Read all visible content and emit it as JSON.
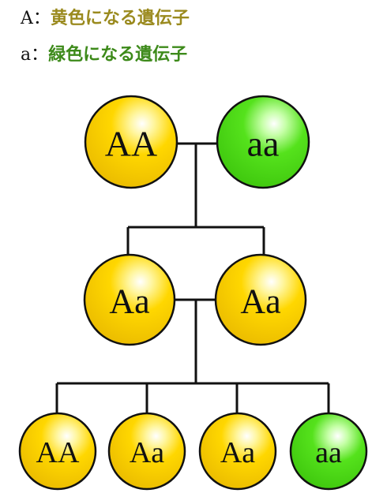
{
  "legend": [
    {
      "symbol": "A",
      "separator": "：",
      "text": "黄色になる遺伝子",
      "color": "#9a8a1e"
    },
    {
      "symbol": "a",
      "separator": "：",
      "text": "緑色になる遺伝子",
      "color": "#3d8a1a"
    }
  ],
  "colors": {
    "yellow": "#ffd700",
    "green": "#55e21c",
    "line": "#111111"
  },
  "generations": [
    {
      "name": "parents",
      "genotypes": [
        "AA",
        "aa"
      ],
      "fills": [
        "yellow",
        "green"
      ]
    },
    {
      "name": "f1",
      "genotypes": [
        "Aa",
        "Aa"
      ],
      "fills": [
        "yellow",
        "yellow"
      ]
    },
    {
      "name": "f2",
      "genotypes": [
        "AA",
        "Aa",
        "Aa",
        "aa"
      ],
      "fills": [
        "yellow",
        "yellow",
        "yellow",
        "green"
      ]
    }
  ]
}
